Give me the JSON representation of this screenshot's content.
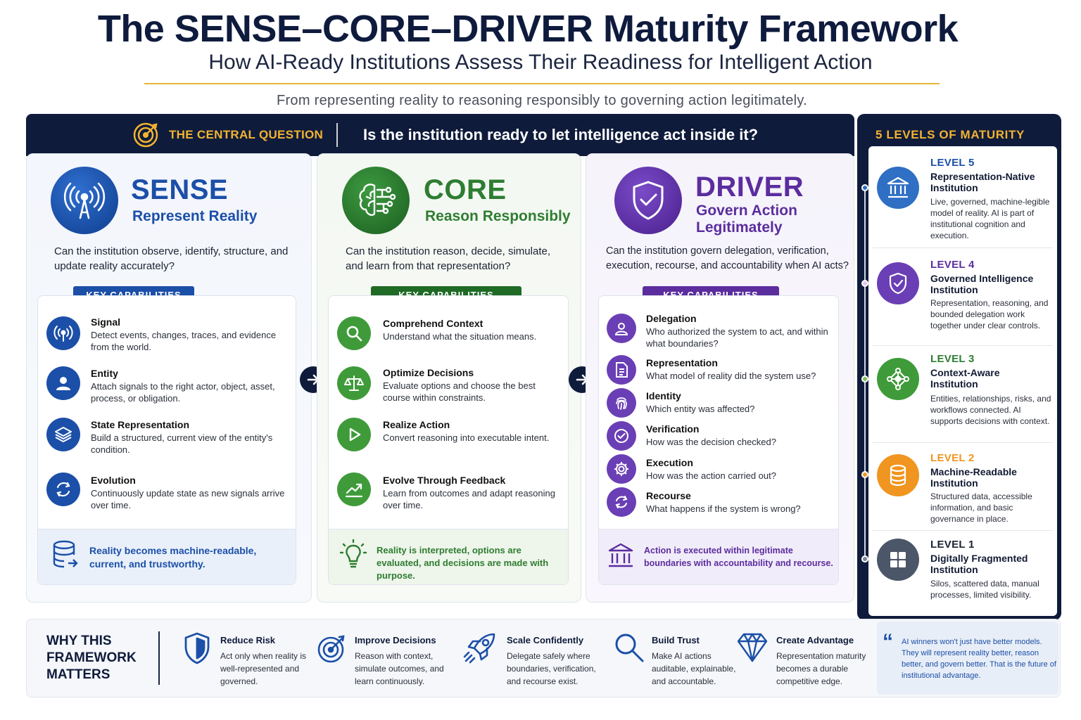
{
  "header": {
    "title": "The SENSE–CORE–DRIVER Maturity Framework",
    "subtitle": "How AI-Ready Institutions Assess Their Readiness for Intelligent Action",
    "tagline": "From representing reality to reasoning responsibly to governing action legitimately."
  },
  "central_question": {
    "label": "THE CENTRAL QUESTION",
    "text": "Is the institution ready to let intelligence act inside it?"
  },
  "colors": {
    "navy": "#0f1b3b",
    "gold": "#f2b331",
    "sense_blue": "#1b4fa8",
    "core_green": "#2e7d32",
    "driver_purple": "#5b2d9e"
  },
  "sense": {
    "name": "SENSE",
    "subtitle": "Represent Reality",
    "question": "Can the institution observe, identify, structure, and update reality accurately?",
    "badge": "KEY CAPABILITIES",
    "capabilities": [
      {
        "title": "Signal",
        "desc": "Detect events, changes, traces, and evidence from the world.",
        "icon": "signal-icon"
      },
      {
        "title": "Entity",
        "desc": "Attach signals to the right actor, object, asset, process, or obligation.",
        "icon": "person-icon"
      },
      {
        "title": "State Representation",
        "desc": "Build a structured, current view of the entity's condition.",
        "icon": "layers-icon"
      },
      {
        "title": "Evolution",
        "desc": "Continuously update state as new signals arrive over time.",
        "icon": "refresh-icon"
      }
    ],
    "footer": "Reality becomes machine-readable, current, and trustworthy."
  },
  "core": {
    "name": "CORE",
    "subtitle": "Reason Responsibly",
    "question": "Can the institution reason, decide, simulate, and learn from that representation?",
    "badge": "KEY CAPABILITIES",
    "capabilities": [
      {
        "title": "Comprehend Context",
        "desc": "Understand what the situation means.",
        "icon": "magnifier-icon"
      },
      {
        "title": "Optimize Decisions",
        "desc": "Evaluate options and choose the best course within constraints.",
        "icon": "scales-icon"
      },
      {
        "title": "Realize Action",
        "desc": "Convert reasoning into executable intent.",
        "icon": "play-icon"
      },
      {
        "title": "Evolve Through Feedback",
        "desc": "Learn from outcomes and adapt reasoning over time.",
        "icon": "trend-icon"
      }
    ],
    "footer": "Reality is interpreted, options are evaluated, and decisions are made with purpose."
  },
  "driver": {
    "name": "DRIVER",
    "subtitle": "Govern Action Legitimately",
    "question": "Can the institution govern delegation, verification, execution, recourse, and accountability when AI acts?",
    "badge": "KEY CAPABILITIES",
    "capabilities": [
      {
        "title": "Delegation",
        "desc": "Who authorized the system to act, and within what boundaries?",
        "icon": "person-icon"
      },
      {
        "title": "Representation",
        "desc": "What model of reality did the system use?",
        "icon": "document-icon"
      },
      {
        "title": "Identity",
        "desc": "Which entity was affected?",
        "icon": "fingerprint-icon"
      },
      {
        "title": "Verification",
        "desc": "How was the decision checked?",
        "icon": "check-icon"
      },
      {
        "title": "Execution",
        "desc": "How was the action carried out?",
        "icon": "gear-icon"
      },
      {
        "title": "Recourse",
        "desc": "What happens if the system is wrong?",
        "icon": "refresh-icon"
      }
    ],
    "footer": "Action is executed within legitimate boundaries with accountability and recourse."
  },
  "levels": {
    "title": "5 LEVELS OF MATURITY",
    "items": [
      {
        "level": "LEVEL 5",
        "name": "Representation-Native Institution",
        "desc": "Live, governed, machine-legible model of reality. AI is part of institutional cognition and execution.",
        "color": "#2f6fc4",
        "icon": "institution-icon"
      },
      {
        "level": "LEVEL 4",
        "name": "Governed Intelligence Institution",
        "desc": "Representation, reasoning, and bounded delegation work together under clear controls.",
        "color": "#6a3fb5",
        "icon": "shield-icon"
      },
      {
        "level": "LEVEL 3",
        "name": "Context-Aware Institution",
        "desc": "Entities, relationships, risks, and workflows connected. AI supports decisions with context.",
        "color": "#3f9b3a",
        "icon": "network-icon"
      },
      {
        "level": "LEVEL 2",
        "name": "Machine-Readable Institution",
        "desc": "Structured data, accessible information, and basic governance in place.",
        "color": "#f0951f",
        "icon": "database-icon"
      },
      {
        "level": "LEVEL 1",
        "name": "Digitally Fragmented Institution",
        "desc": "Silos, scattered data, manual processes, limited visibility.",
        "color": "#4b5668",
        "icon": "grid-icon"
      }
    ]
  },
  "why": {
    "title": "WHY THIS FRAMEWORK MATTERS",
    "items": [
      {
        "title": "Reduce Risk",
        "desc": "Act only when reality is well-represented and governed.",
        "icon": "shield-icon"
      },
      {
        "title": "Improve Decisions",
        "desc": "Reason with context, simulate outcomes, and learn continuously.",
        "icon": "target-icon"
      },
      {
        "title": "Scale Confidently",
        "desc": "Delegate safely where boundaries, verification, and recourse exist.",
        "icon": "rocket-icon"
      },
      {
        "title": "Build Trust",
        "desc": "Make AI actions auditable, explainable, and accountable.",
        "icon": "magnifier-icon"
      },
      {
        "title": "Create Advantage",
        "desc": "Representation maturity becomes a durable competitive edge.",
        "icon": "diamond-icon"
      }
    ],
    "quote": "AI winners won't just have better models. They will represent reality better, reason better, and govern better. That is the future of institutional advantage."
  }
}
